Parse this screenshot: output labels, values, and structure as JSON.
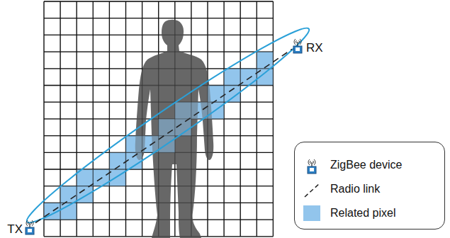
{
  "diagram": {
    "nodes": [
      {
        "text": [
          "TX"
        ]
      },
      {
        "text": [
          "RX"
        ]
      }
    ],
    "edges": [
      {
        "from": 0,
        "to": 1,
        "arrow": "none"
      }
    ],
    "legend": [
      {
        "text": "ZigBee device"
      },
      {
        "text": "Radio link"
      },
      {
        "text": "Related pixel",
        "color": "#92c5ec"
      }
    ]
  }
}
